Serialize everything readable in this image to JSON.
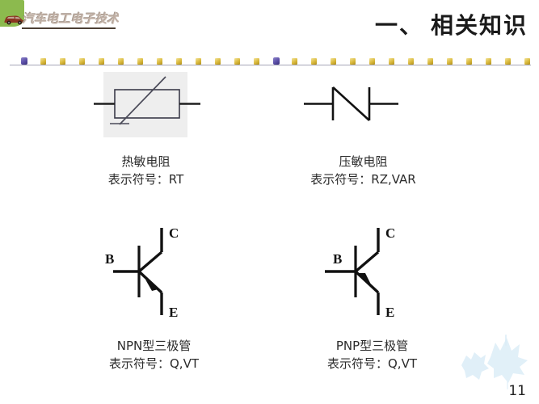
{
  "slide": {
    "page_number": "11",
    "title": "一、 相关知识",
    "logo_text": "汽车电工电子技术",
    "logo_icon": "car-icon",
    "watermark_icon": "maple-leaf-watermark",
    "accent_green": "#8cba4e",
    "bead_gold": "#d9b93c",
    "bead_violet": "#5b4fa8",
    "divider_line_color": "#a7a7b8",
    "thermistor_panel_color": "#eeeeee"
  },
  "divider": {
    "beads": [
      "violet",
      "gold",
      "gold",
      "gold",
      "gold",
      "gold",
      "gold",
      "gold",
      "gold",
      "gold",
      "gold",
      "gold",
      "gold",
      "violet",
      "gold",
      "gold",
      "gold",
      "gold",
      "gold",
      "gold",
      "gold",
      "gold",
      "gold",
      "gold",
      "gold",
      "gold",
      "gold"
    ]
  },
  "components": [
    {
      "id": "thermistor",
      "symbol_icon": "thermistor-symbol-icon",
      "name": "热敏电阻",
      "designator_line": "表示符号：RT",
      "designator_label": "表示符号：",
      "designator_value": "RT"
    },
    {
      "id": "varistor",
      "symbol_icon": "varistor-symbol-icon",
      "name": "压敏电阻",
      "designator_line": "表示符号：RZ,VAR",
      "designator_label": "表示符号：",
      "designator_value": "RZ,VAR"
    },
    {
      "id": "npn-transistor",
      "symbol_icon": "npn-transistor-symbol-icon",
      "name": "NPN型三极管",
      "designator_line": "表示符号：Q,VT",
      "designator_label": "表示符号：",
      "designator_value": "Q,VT",
      "terminals": [
        "B",
        "C",
        "E"
      ]
    },
    {
      "id": "pnp-transistor",
      "symbol_icon": "pnp-transistor-symbol-icon",
      "name": "PNP型三极管",
      "designator_line": "表示符号：Q,VT",
      "designator_label": "表示符号：",
      "designator_value": "Q,VT",
      "terminals": [
        "B",
        "C",
        "E"
      ]
    }
  ]
}
